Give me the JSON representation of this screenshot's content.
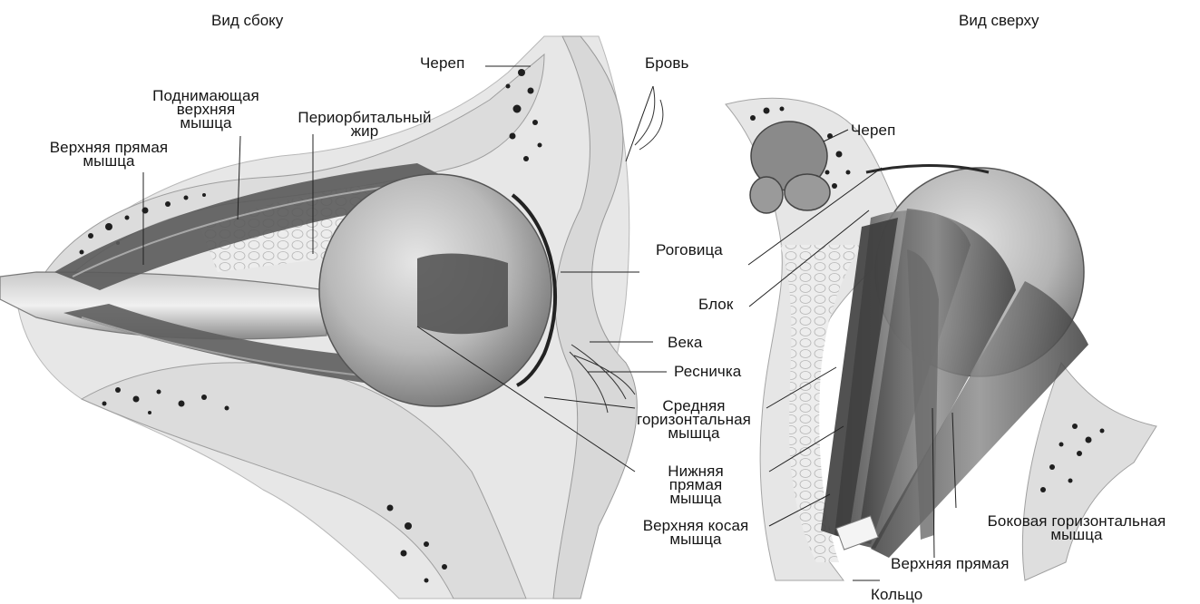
{
  "views": {
    "side_title": "Вид сбоку",
    "top_title": "Вид сверху"
  },
  "side_labels": {
    "skull": "Череп",
    "brow": "Бровь",
    "levator": "Поднимающая\nверхняя\nмышца",
    "periorbital_fat": "Периорбитальный\nжир",
    "superior_rectus": "Верхняя прямая\nмышца",
    "cornea": "Роговица",
    "eyelids": "Века",
    "eyelash": "Ресничка",
    "medial_rectus": "Средняя\nгоризонтальная\nмышца",
    "inferior_rectus": "Нижняя\nпрямая\nмышца",
    "superior_oblique": "Верхняя косая\nмышца"
  },
  "top_labels": {
    "skull": "Череп",
    "trochlea": "Блок",
    "lateral_rectus": "Боковая горизонтальная\nмышца",
    "superior_rectus": "Верхняя прямая",
    "ring": "Кольцо"
  },
  "colors": {
    "tissue": "#e8e8e8",
    "muscle_dark": "#4a4a4a",
    "muscle_mid": "#7a7a7a",
    "eyeball": "#bdbdbd",
    "bone_pore": "#1e1e1e",
    "line": "#222222"
  }
}
